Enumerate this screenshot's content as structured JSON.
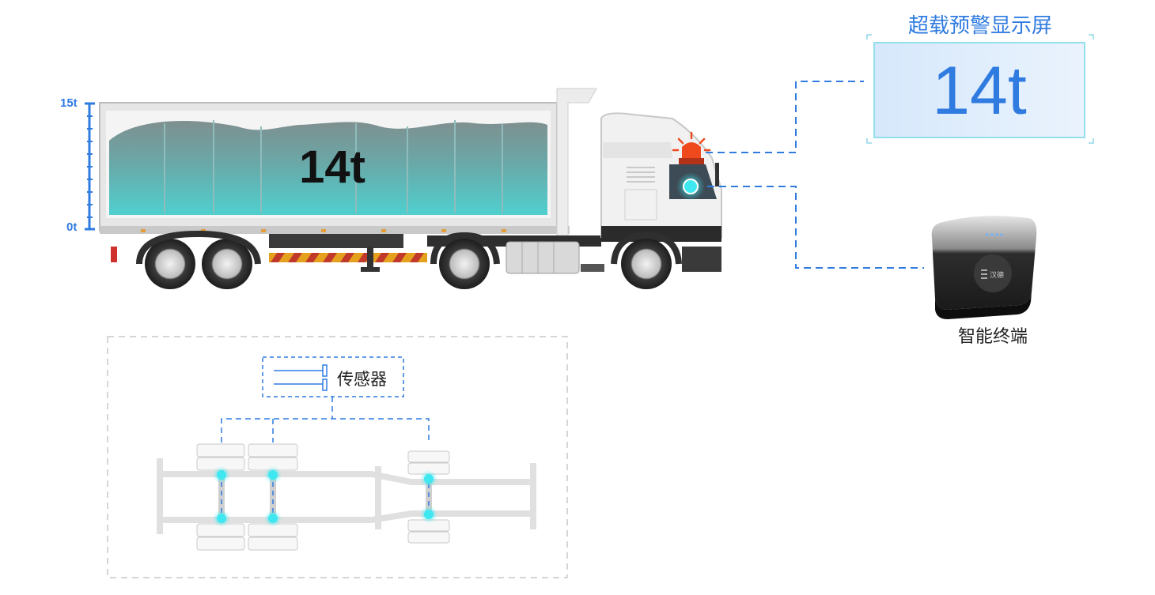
{
  "display": {
    "title": "超载预警显示屏",
    "value": "14t"
  },
  "truck": {
    "load_label": "14t",
    "load_fraction": 0.93
  },
  "scale": {
    "max_label": "15t",
    "min_label": "0t"
  },
  "terminal": {
    "label": "智能终端",
    "brand": "汉德"
  },
  "sensor": {
    "label": "传感器"
  },
  "colors": {
    "accent": "#2f7be0",
    "cargo": "#4fc5c5",
    "sensor_dot": "#3fe8f0",
    "warning_light": "#ee4a1e"
  }
}
